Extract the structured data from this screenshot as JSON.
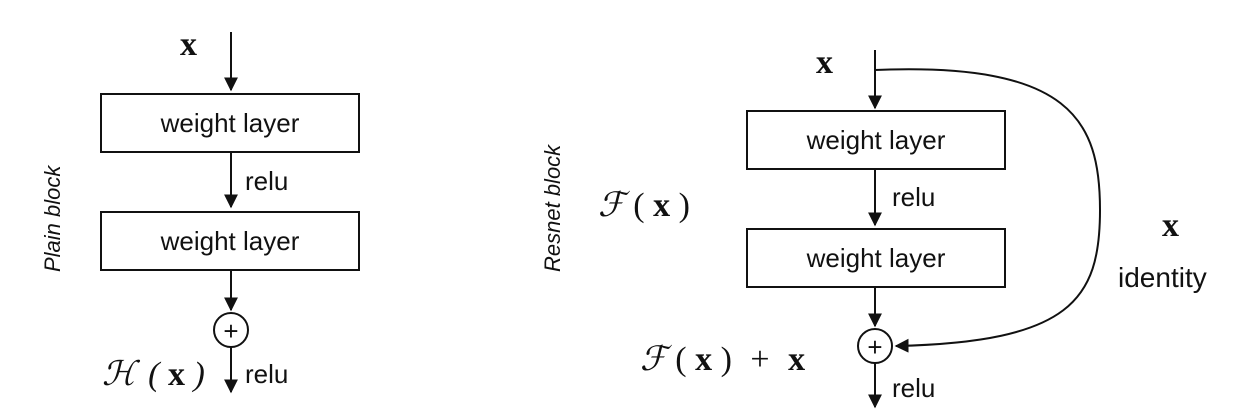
{
  "plain": {
    "side_label": "Plain block",
    "input": "x",
    "layer1": "weight layer",
    "relu1": "relu",
    "layer2": "weight layer",
    "plus": "+",
    "output_H": "ℋ",
    "output_paren_open": "(",
    "output_x": "x",
    "output_paren_close": ")",
    "relu2": "relu"
  },
  "resnet": {
    "side_label": "Resnet block",
    "input": "x",
    "f_letter": "ℱ",
    "f_paren_open": "(",
    "f_x": "x",
    "f_paren_close": ")",
    "layer1": "weight layer",
    "relu1": "relu",
    "layer2": "weight layer",
    "identity_x": "x",
    "identity_label": "identity",
    "plus": "+",
    "sum_f": "ℱ",
    "sum_paren_open": "(",
    "sum_x1": "x",
    "sum_paren_close": ")",
    "sum_plus": "+",
    "sum_x2": "x",
    "relu2": "relu"
  }
}
